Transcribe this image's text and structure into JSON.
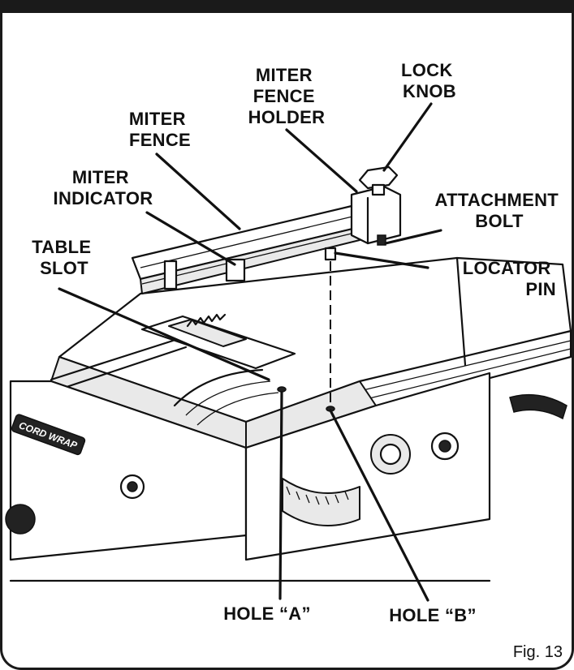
{
  "labels": {
    "miter_fence_holder": [
      "MITER",
      "FENCE",
      "HOLDER"
    ],
    "lock_knob": [
      "LOCK",
      "KNOB"
    ],
    "miter_fence": [
      "MITER",
      "FENCE"
    ],
    "miter_indicator": [
      "MITER",
      "INDICATOR"
    ],
    "attachment_bolt": [
      "ATTACHMENT",
      "BOLT"
    ],
    "table_slot": [
      "TABLE",
      "SLOT"
    ],
    "locator_pin": [
      "LOCATOR",
      "PIN"
    ],
    "hole_a": "HOLE “A”",
    "hole_b": "HOLE “B”",
    "cord_wrap": "CORD WRAP"
  },
  "figure_caption": "Fig. 13"
}
